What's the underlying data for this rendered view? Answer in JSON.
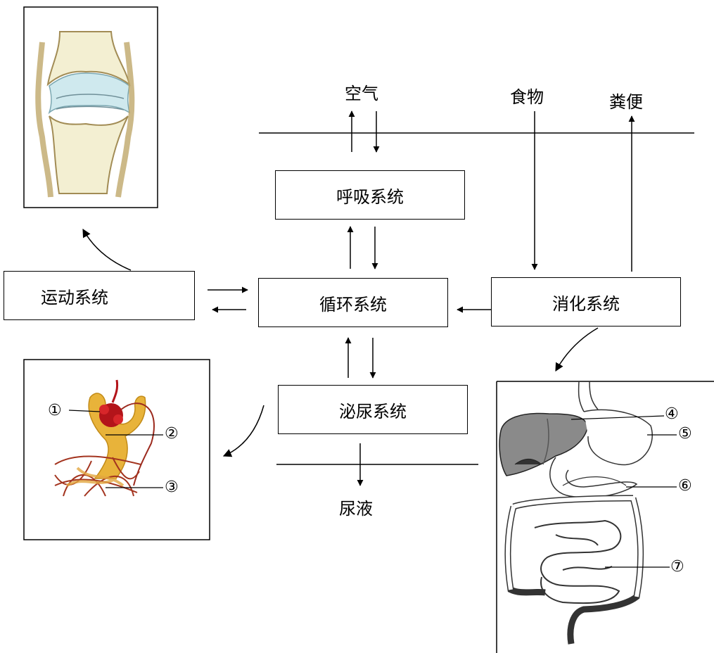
{
  "systems": {
    "respiratory": "呼吸系统",
    "circulatory": "循环系统",
    "digestive": "消化系统",
    "urinary": "泌尿系统",
    "locomotor": "运动系统"
  },
  "substances": {
    "air": "空气",
    "food": "食物",
    "feces": "粪便",
    "urine": "尿液"
  },
  "markers": {
    "m1": "①",
    "m2": "②",
    "m3": "③",
    "m4": "④",
    "m5": "⑤",
    "m6": "⑥",
    "m7": "⑦"
  },
  "icons": {
    "joint": "knee-joint-illustration",
    "nephron": "nephron-illustration",
    "digestive_tract": "digestive-tract-illustration"
  }
}
